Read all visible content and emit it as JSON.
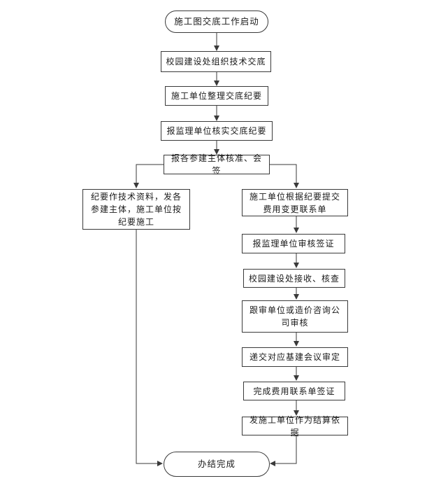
{
  "diagram": {
    "start": "施工图交底工作启动",
    "step_organize": "校园建设处组织技术交底",
    "step_minutes": "施工单位整理交底纪要",
    "step_verify": "报监理单位核实交底纪要",
    "step_approve": "报各参建主体核准、会签",
    "left_branch": "纪要作技术资料，发各参建主体，施工单位按纪要施工",
    "right_steps": [
      "施工单位根据纪要提交费用变更联系单",
      "报监理单位审核签证",
      "校园建设处接收、核查",
      "跟审单位或造价咨询公司审核",
      "递交对应基建会议审定",
      "完成费用联系单签证",
      "发施工单位作为结算依据"
    ],
    "end": "办结完成"
  }
}
